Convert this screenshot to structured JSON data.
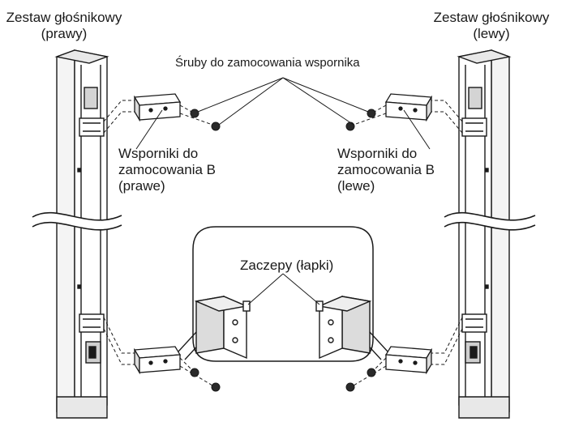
{
  "labels": {
    "speaker_right": {
      "line1": "Zestaw głośnikowy",
      "line2": "(prawy)"
    },
    "speaker_left": {
      "line1": "Zestaw głośnikowy",
      "line2": "(lewy)"
    },
    "screws": "Śruby do zamocowania wspornika",
    "bracket_right": {
      "line1": "Wsporniki do",
      "line2": "zamocowania B",
      "line3": "(prawe)"
    },
    "bracket_left": {
      "line1": "Wsporniki do",
      "line2": "zamocowania B",
      "line3": "(lewe)"
    },
    "tabs": "Zaczepy (łapki)"
  },
  "colors": {
    "line": "#1a1a1a",
    "speaker_fill": "#f2f2f2",
    "shade": "#cfcfcf"
  }
}
